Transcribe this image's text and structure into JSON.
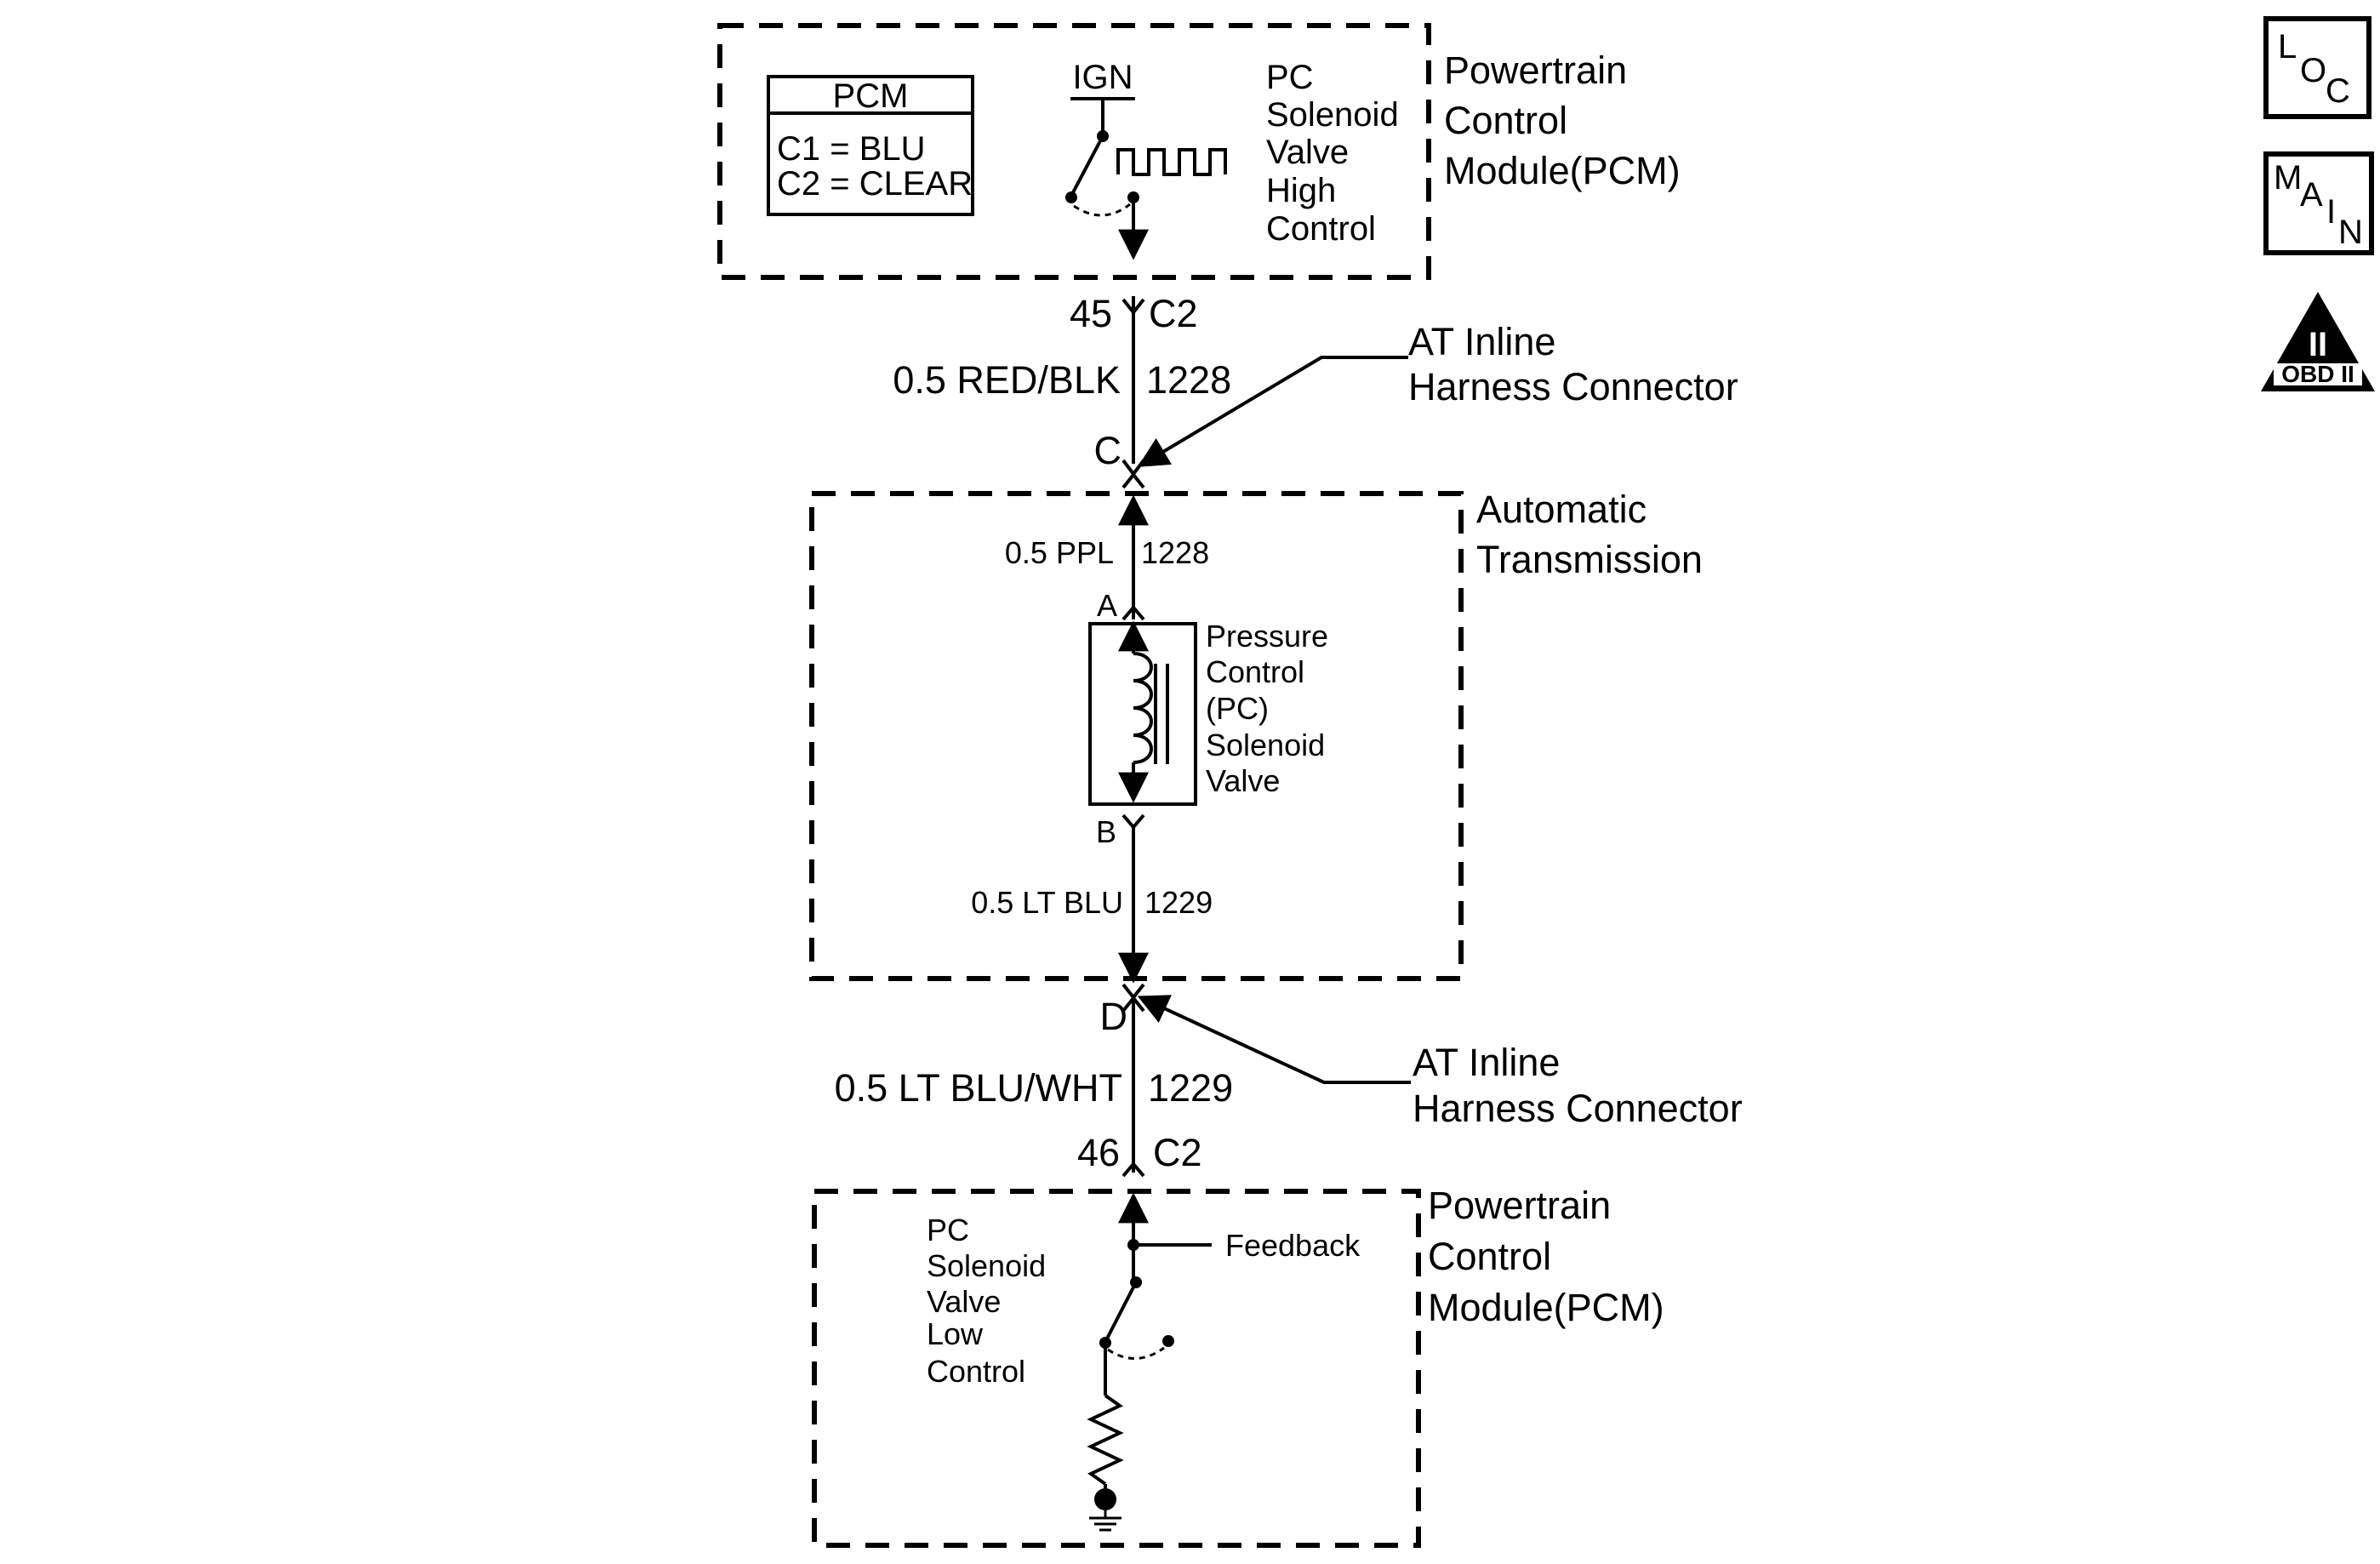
{
  "pcm_top": {
    "label": [
      "Powertrain",
      "Control",
      "Module(PCM)"
    ],
    "legend_title": "PCM",
    "legend_lines": [
      "C1 = BLU",
      "C2 = CLEAR"
    ],
    "ign": "IGN",
    "driver_label": [
      "PC",
      "Solenoid",
      "Valve",
      "High",
      "Control"
    ]
  },
  "wire_top": {
    "pin": "45",
    "connector": "C2",
    "gauge_color": "0.5 RED/BLK",
    "circuit": "1228",
    "inline_pin": "C"
  },
  "inline_connector_1": [
    "AT Inline",
    "Harness Connector"
  ],
  "transmission": {
    "label": [
      "Automatic",
      "Transmission"
    ],
    "wire_a_gauge_color": "0.5 PPL",
    "wire_a_circuit": "1228",
    "pin_a": "A",
    "solenoid_label": [
      "Pressure",
      "Control",
      "(PC)",
      "Solenoid",
      "Valve"
    ],
    "pin_b": "B",
    "wire_b_gauge_color": "0.5 LT BLU",
    "wire_b_circuit": "1229"
  },
  "wire_bottom": {
    "inline_pin": "D",
    "gauge_color": "0.5 LT BLU/WHT",
    "circuit": "1229",
    "pin": "46",
    "connector": "C2"
  },
  "inline_connector_2": [
    "AT Inline",
    "Harness Connector"
  ],
  "pcm_bottom": {
    "label": [
      "Powertrain",
      "Control",
      "Module(PCM)"
    ],
    "driver_label": [
      "PC",
      "Solenoid",
      "Valve",
      "Low",
      "Control"
    ],
    "feedback": "Feedback"
  },
  "nav_icons": {
    "loc": [
      "L",
      "O",
      "C"
    ],
    "main": [
      "M",
      "A",
      "I",
      "N"
    ],
    "obd": [
      "II",
      "OBD II"
    ]
  }
}
